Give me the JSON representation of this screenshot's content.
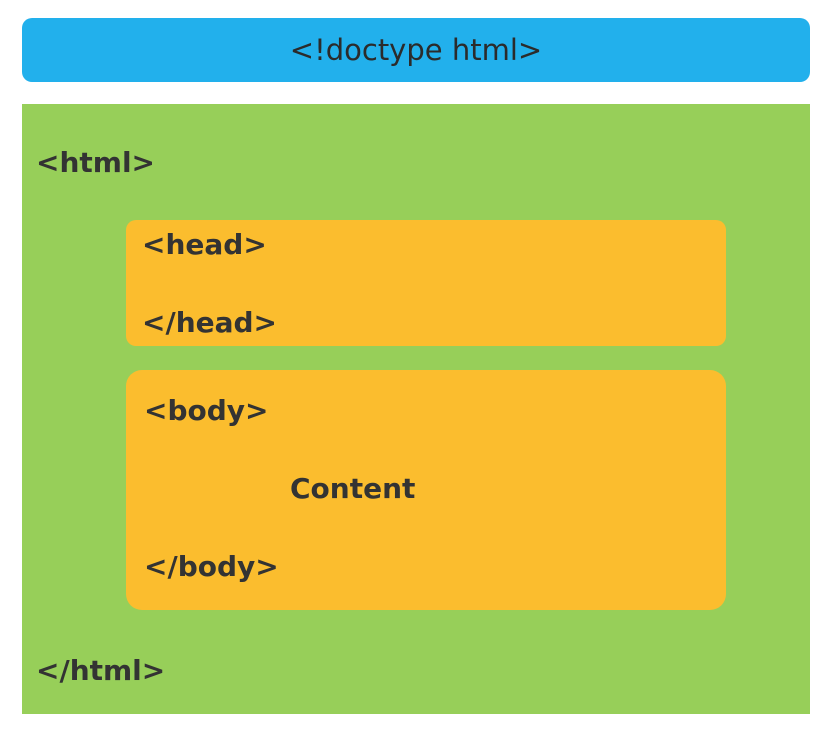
{
  "doctype": {
    "label": "<!doctype html>"
  },
  "html": {
    "open": "<html>",
    "close": "</html>"
  },
  "head": {
    "open": "<head>",
    "close": "</head>"
  },
  "body": {
    "open": "<body>",
    "content": "Content",
    "close": "</body>"
  },
  "colors": {
    "doctype_bar": "#22b0ec",
    "html_box": "#97cf59",
    "head_body_box": "#fbbd2e",
    "text": "#333333"
  }
}
